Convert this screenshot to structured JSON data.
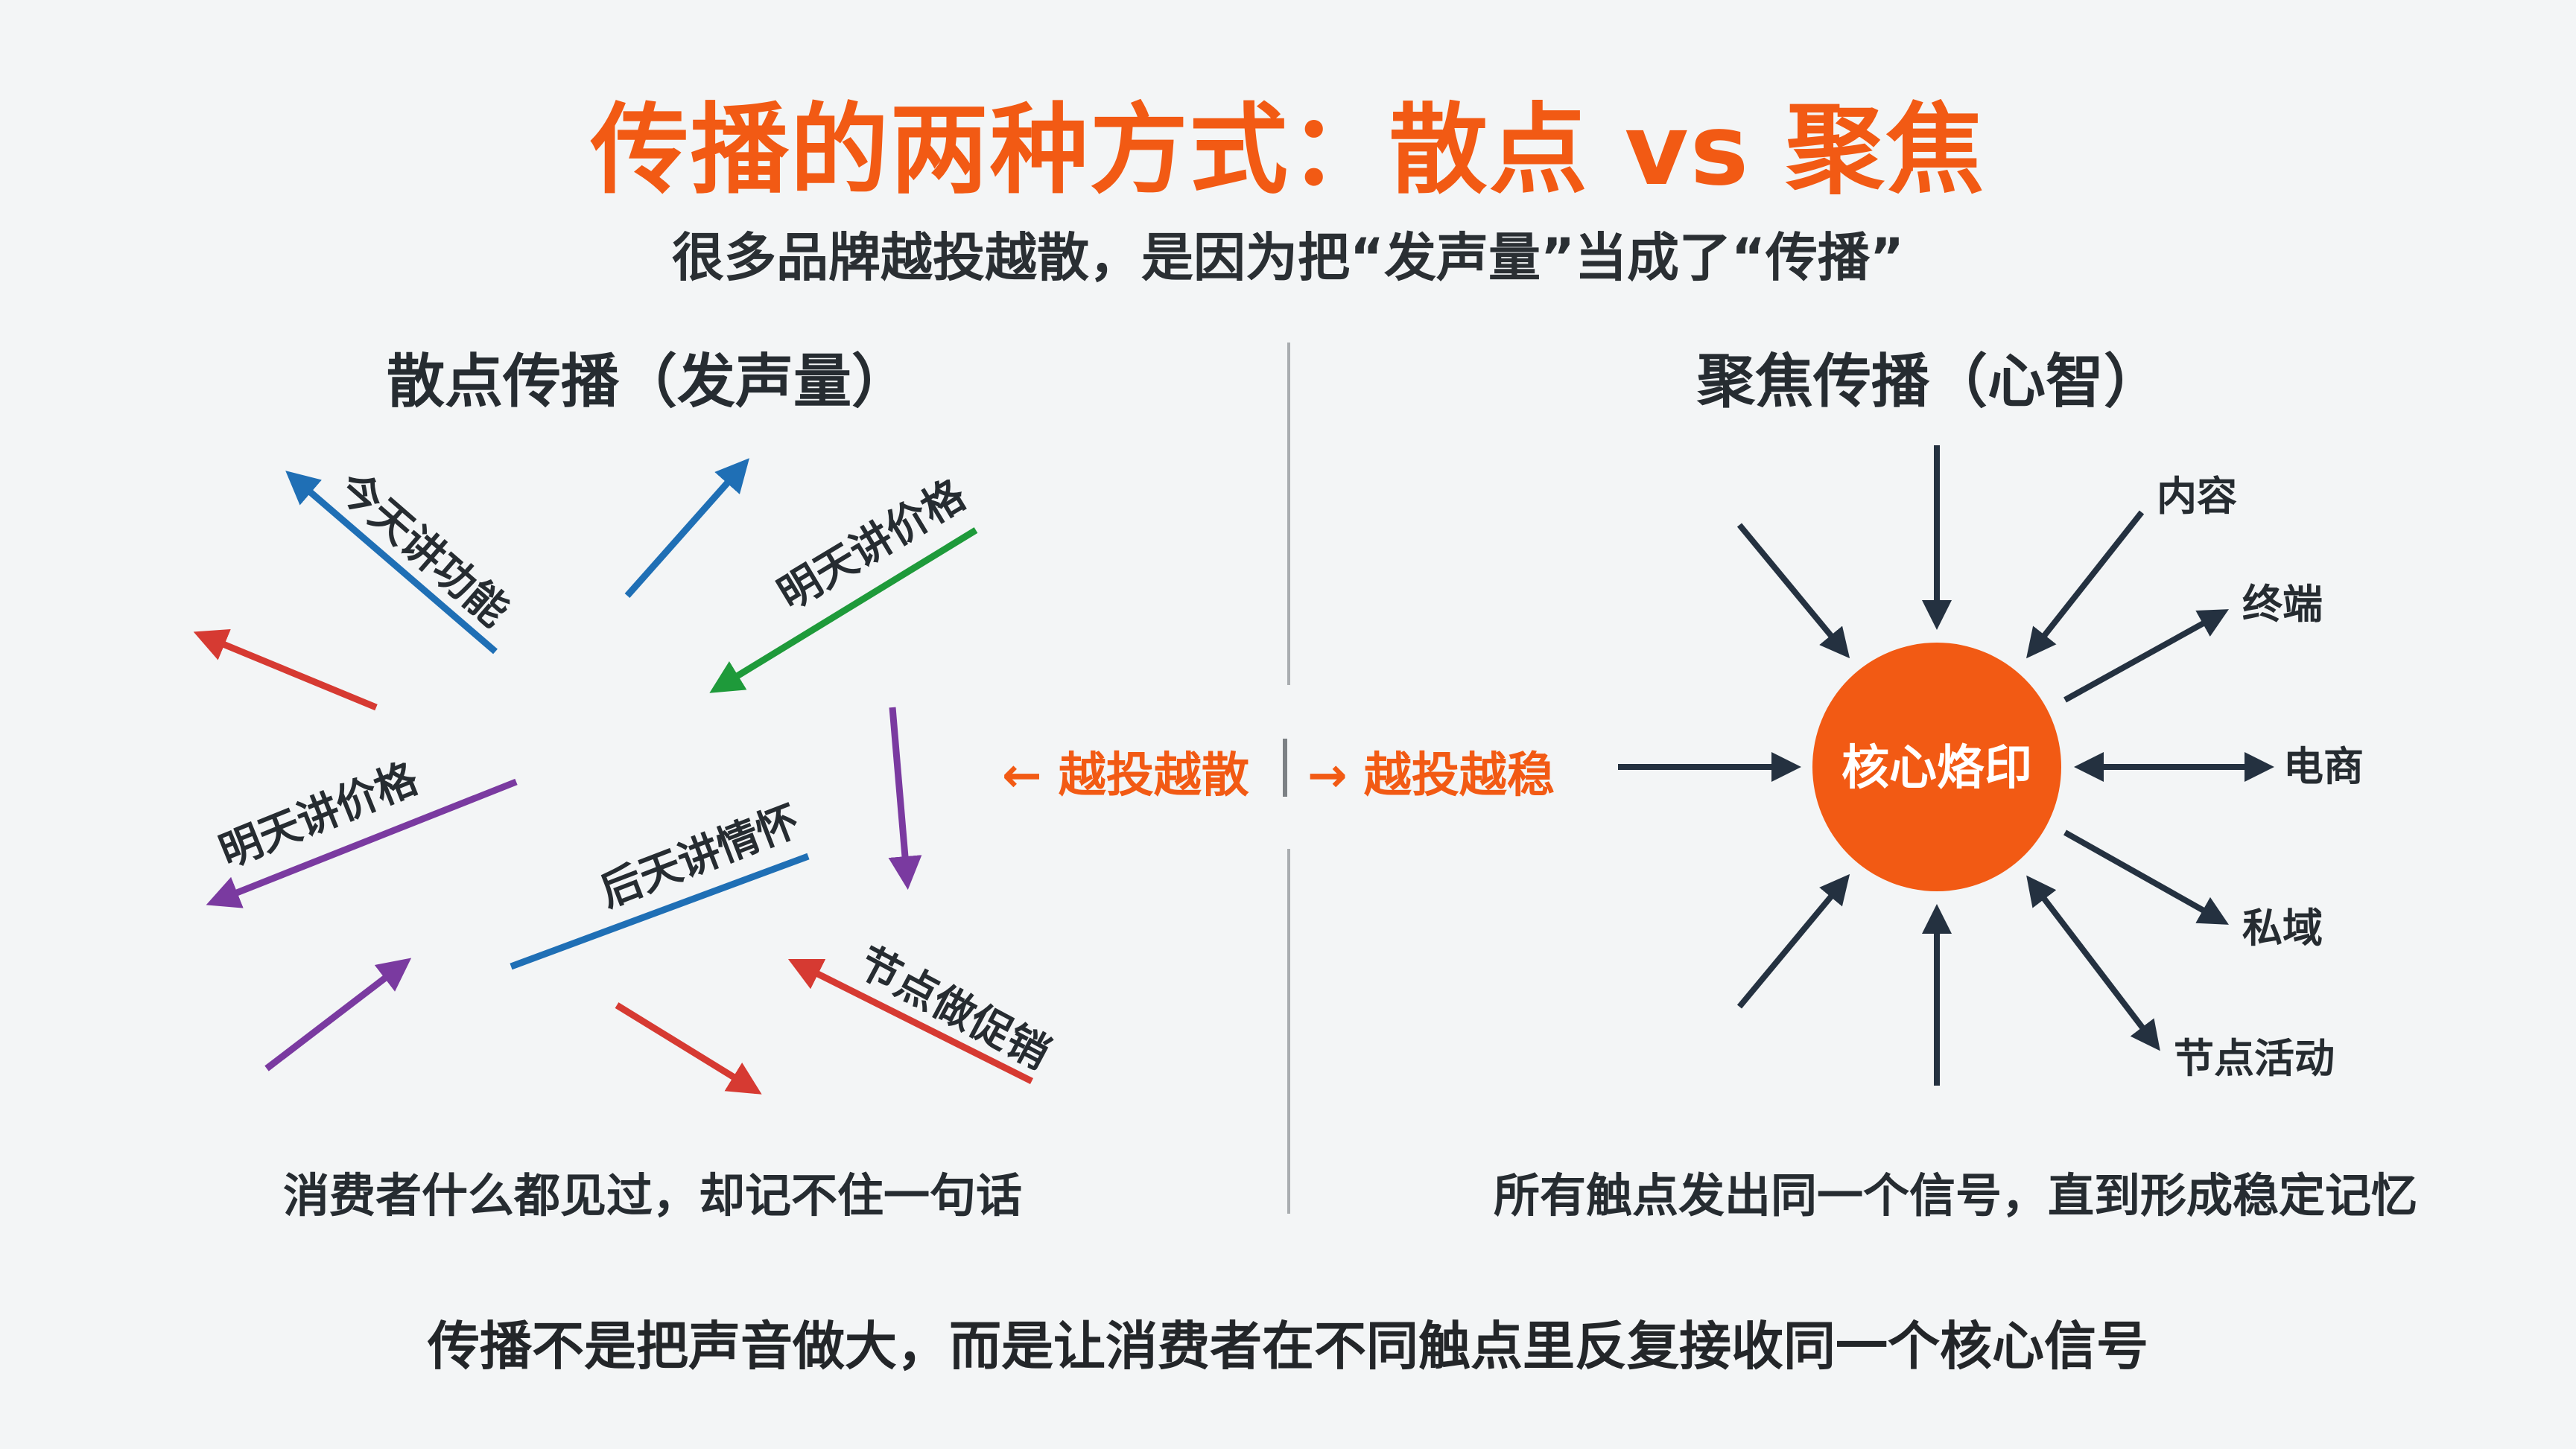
{
  "title": "传播的两种方式：散点 vs 聚焦",
  "subtitle": "很多品牌越投越散，是因为把“发声量”当成了“传播”",
  "left_panel": {
    "heading": "散点传播（发声量）",
    "arrow_labels": [
      "今天讲功能",
      "明天讲价格",
      "明天讲价格",
      "后天讲情怀",
      "节点做促销"
    ],
    "caption": "消费者什么都见过，却记不住一句话"
  },
  "right_panel": {
    "heading": "聚焦传播（心智）",
    "hub": "核心烙印",
    "channels": [
      "内容",
      "终端",
      "电商",
      "私域",
      "节点活动"
    ],
    "caption": "所有触点发出同一个信号，直到形成稳定记忆"
  },
  "middle": {
    "left": "← 越投越散",
    "right": "→ 越投越稳"
  },
  "footer": "传播不是把声音做大，而是让消费者在不同触点里反复接收同一个核心信号",
  "colors": {
    "accent": "#f25a14",
    "blue": "#1f6fb5",
    "green": "#1e9a3a",
    "red": "#d63a32",
    "purple": "#7a3aa0",
    "navy": "#243140"
  }
}
